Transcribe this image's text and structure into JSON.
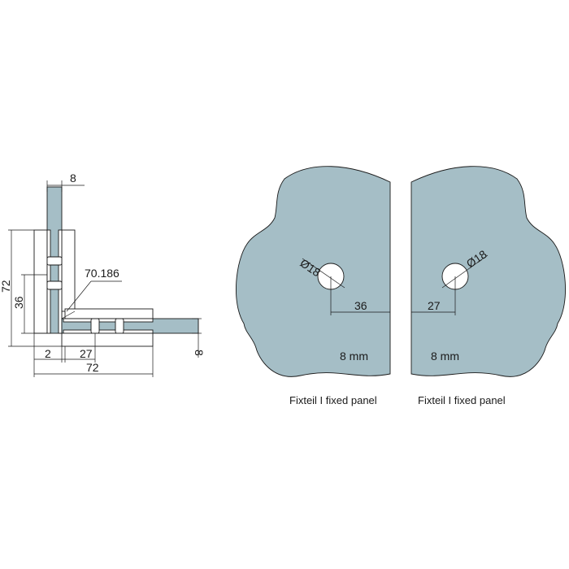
{
  "colors": {
    "glass_fill": "#a5bec6",
    "line": "#1a1a1a",
    "background": "#ffffff"
  },
  "side_view": {
    "dim_glass_thickness_top": "8",
    "dim_height_outer": "72",
    "dim_height_inner": "36",
    "dim_glass_thickness_right": "8",
    "dim_offset": "2",
    "dim_hole_distance": "27",
    "dim_width_outer": "72",
    "article_number": "70.186"
  },
  "left_panel": {
    "hole_label": "Ø18",
    "edge_distance": "36",
    "thickness_label": "8 mm",
    "caption": "Fixteil I fixed panel"
  },
  "right_panel": {
    "hole_label": "Ø18",
    "edge_distance": "27",
    "thickness_label": "8 mm",
    "caption": "Fixteil I fixed panel"
  }
}
